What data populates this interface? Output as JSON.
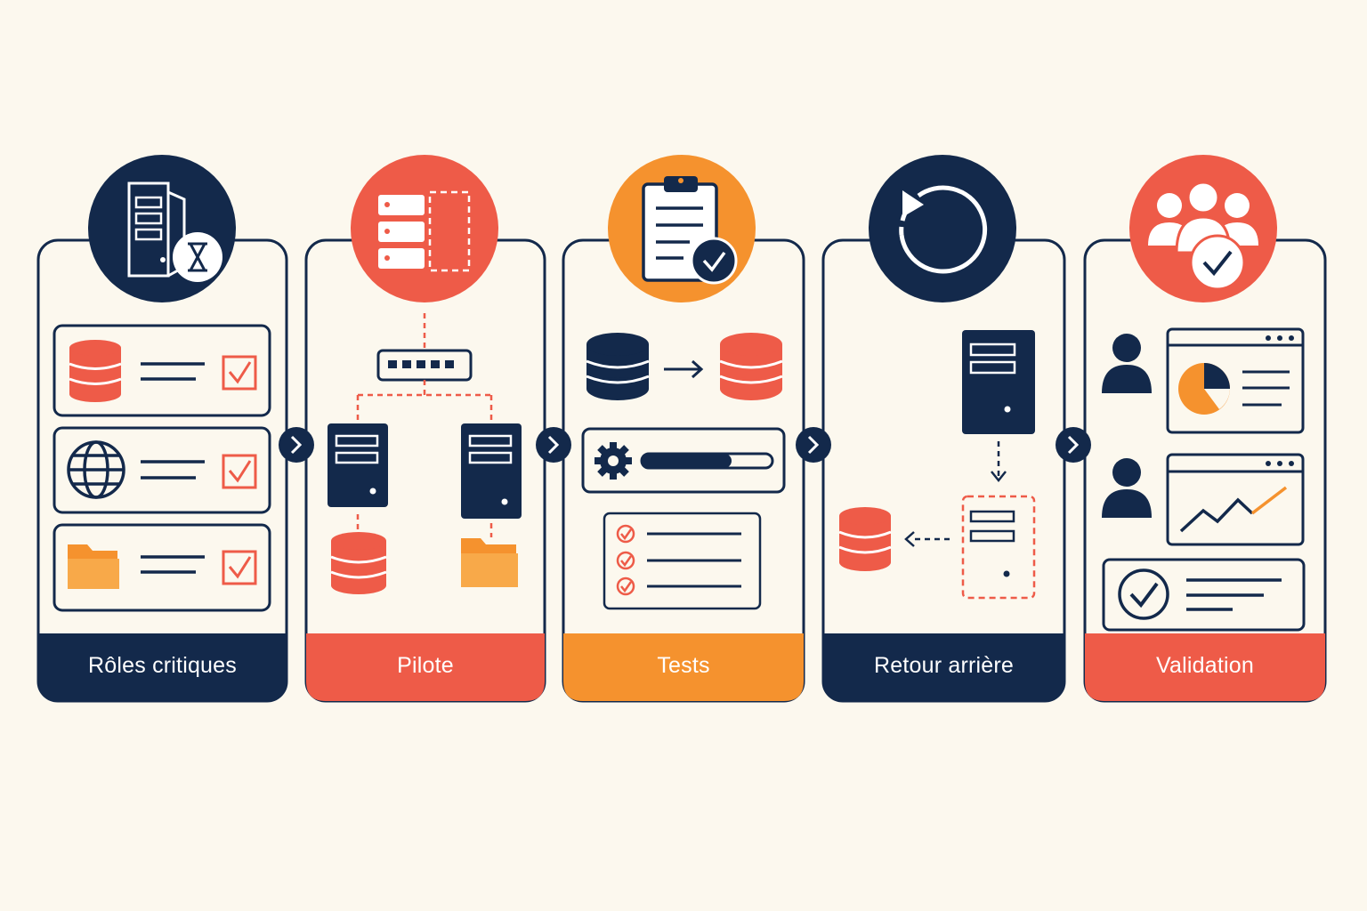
{
  "colors": {
    "navy": "#13294b",
    "coral": "#ee5b48",
    "orange": "#f5922e",
    "background": "#fcf8ee",
    "white": "#ffffff"
  },
  "steps": [
    {
      "label": "Rôles critiques",
      "color": "#13294b",
      "icon": "server-hourglass-icon"
    },
    {
      "label": "Pilote",
      "color": "#ee5b48",
      "icon": "server-stack-icon"
    },
    {
      "label": "Tests",
      "color": "#f5922e",
      "icon": "clipboard-check-icon"
    },
    {
      "label": "Retour arrière",
      "color": "#13294b",
      "icon": "rollback-arrow-icon"
    },
    {
      "label": "Validation",
      "color": "#ee5b48",
      "icon": "users-check-icon"
    }
  ]
}
